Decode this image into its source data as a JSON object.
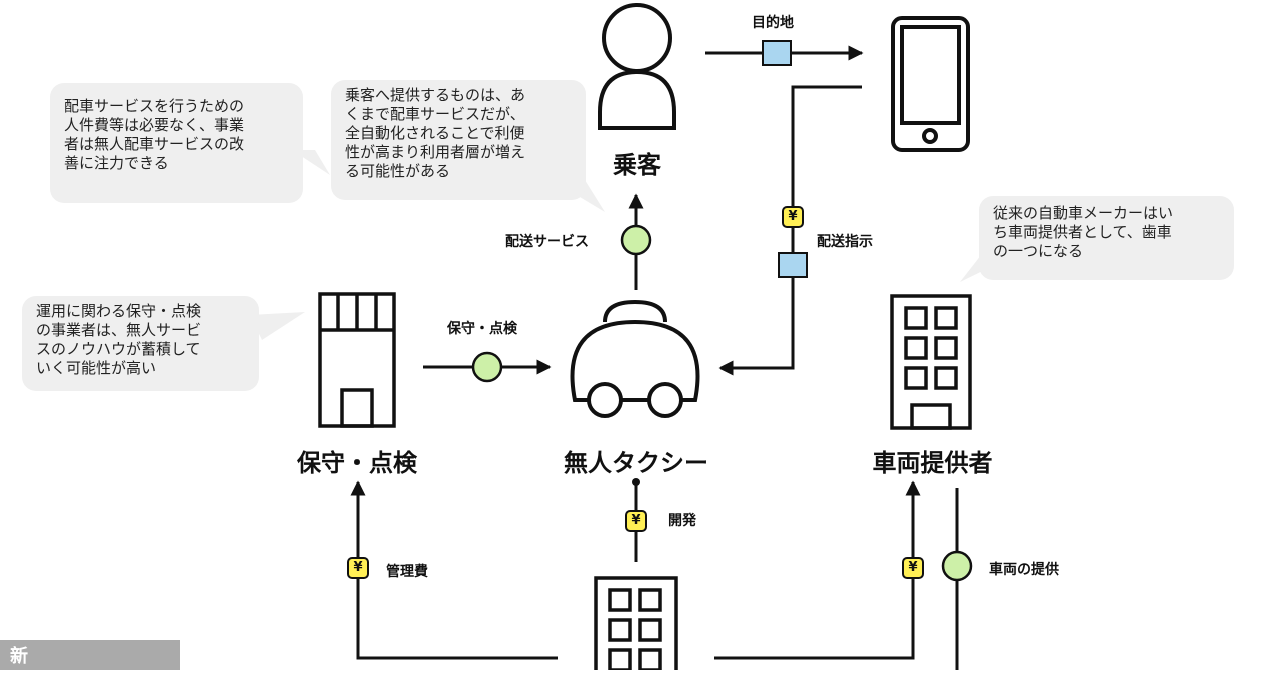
{
  "nodes": {
    "passenger": "乗客",
    "taxi": "無人タクシー",
    "maintenance": "保守・点検",
    "vehicle_provider": "車両提供者"
  },
  "edges": {
    "destination": "目的地",
    "delivery_service": "配送サービス",
    "delivery_instruction": "配送指示",
    "maintenance_service": "保守・点検",
    "development": "開発",
    "management_fee": "管理費",
    "vehicle_supply": "車両の提供"
  },
  "yen_symbol": "¥",
  "bubbles": {
    "dispatch": "配車サービスを行うための\n人件費等は必要なく、事業\n者は無人配車サービスの改\n善に注力できる",
    "passenger": "乗客へ提供するものは、あ\nくまで配車サービスだが、\n全自動化されることで利便\n性が高まり利用者層が増え\nる可能性がある",
    "maintenance": "運用に関わる保守・点検\nの事業者は、無人サービ\nスのノウハウが蓄積して\nいく可能性が高い",
    "vehicle": "従来の自動車メーカーはい\nち車両提供者として、歯車\nの一つになる"
  },
  "tag": "新",
  "colors": {
    "yen_fill": "#ffef55",
    "service_circle": "#cdf0a8",
    "data_square": "#aad6f0",
    "bubble": "#efefef",
    "tag_bg": "#aaaaaa"
  }
}
